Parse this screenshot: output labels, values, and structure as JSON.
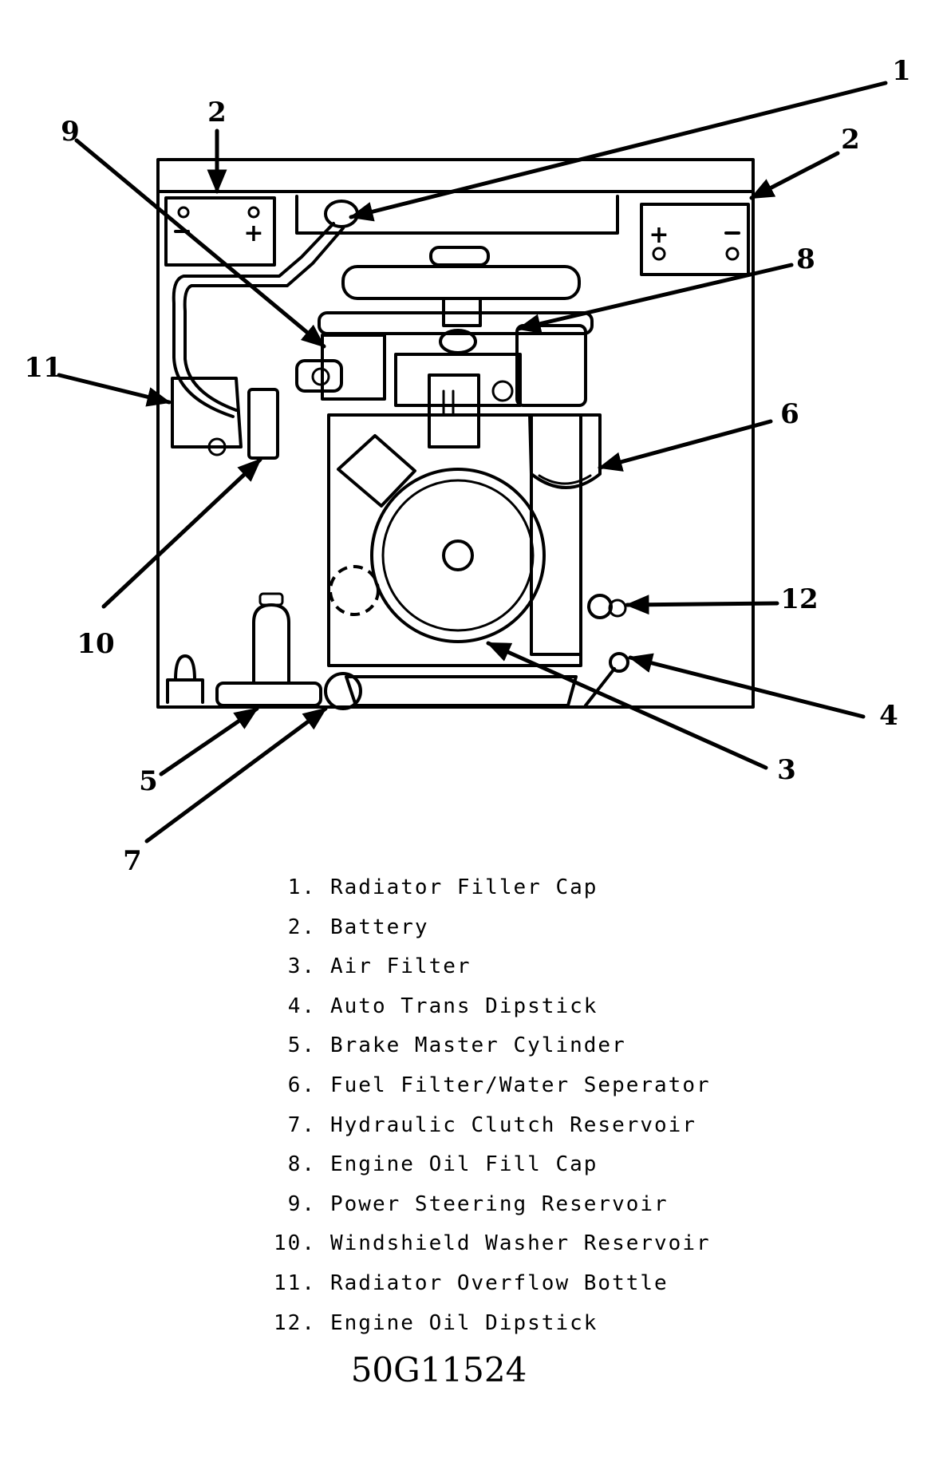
{
  "callouts": {
    "c1": "1",
    "c2a": "2",
    "c2b": "2",
    "c3": "3",
    "c4": "4",
    "c5": "5",
    "c6": "6",
    "c7": "7",
    "c8": "8",
    "c9": "9",
    "c10": "10",
    "c11": "11",
    "c12": "12"
  },
  "battery_symbols": {
    "plus": "+",
    "minus": "-"
  },
  "legend": [
    {
      "num": "1.",
      "label": "Radiator Filler Cap"
    },
    {
      "num": "2.",
      "label": "Battery"
    },
    {
      "num": "3.",
      "label": "Air Filter"
    },
    {
      "num": "4.",
      "label": "Auto Trans Dipstick"
    },
    {
      "num": "5.",
      "label": "Brake Master Cylinder"
    },
    {
      "num": "6.",
      "label": "Fuel Filter/Water Seperator"
    },
    {
      "num": "7.",
      "label": "Hydraulic Clutch Reservoir"
    },
    {
      "num": "8.",
      "label": "Engine Oil Fill Cap"
    },
    {
      "num": "9.",
      "label": "Power Steering Reservoir"
    },
    {
      "num": "10.",
      "label": "Windshield Washer Reservoir"
    },
    {
      "num": "11.",
      "label": "Radiator Overflow Bottle"
    },
    {
      "num": "12.",
      "label": "Engine Oil Dipstick"
    }
  ],
  "figure_id": "50G11524"
}
